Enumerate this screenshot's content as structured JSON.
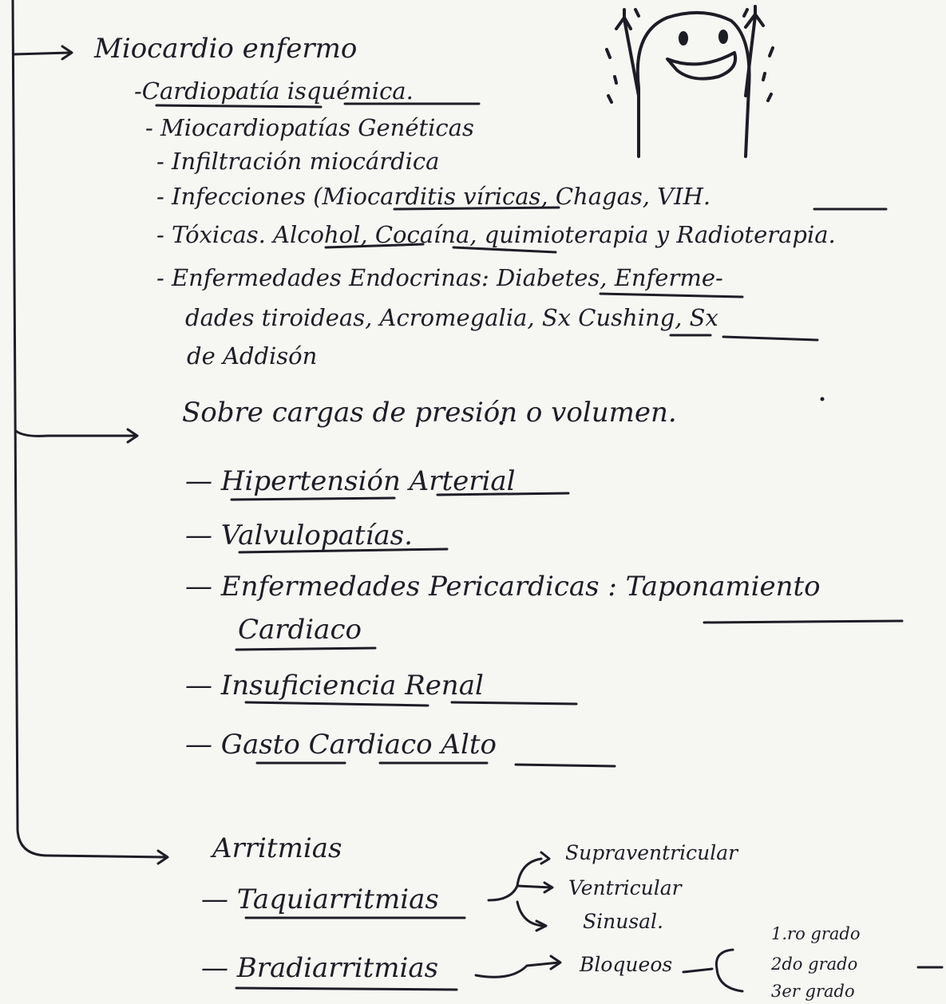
{
  "sections": [
    {
      "heading": "Miocardio enfermo",
      "items": [
        "-Cardiopatía isquémica.",
        "- Miocardiopatías Genéticas",
        "- Infiltración miocárdica",
        "- Infecciones (Miocarditis víricas, Chagas, VIH.",
        "- Tóxicas. Alcohol, Cocaína, quimioterapia y Radioterapia.",
        "- Enfermedades Endocrinas: Diabetes, Enferme-",
        "dades tiroideas, Acromegalia, Sx Cushing, Sx",
        "de Addisón"
      ]
    },
    {
      "heading": "Sobre cargas de presión o volumen.",
      "items": [
        "— Hipertensión Arterial",
        "— Valvulopatías.",
        "— Enfermedades Pericardicas : Taponamiento",
        "Cardiaco",
        "— Insuficiencia Renal",
        "— Gasto Cardiaco Alto"
      ]
    },
    {
      "heading": "Arritmias",
      "items": [
        "— Taquiarritmias",
        "— Bradiarritmias"
      ],
      "taqui_types": [
        "Supraventricular",
        "Ventricular",
        "Sinusal."
      ],
      "bradi_target": "Bloqueos",
      "bloqueo_grades": [
        "1.ro grado",
        "2do grado",
        "3er grado"
      ]
    }
  ]
}
